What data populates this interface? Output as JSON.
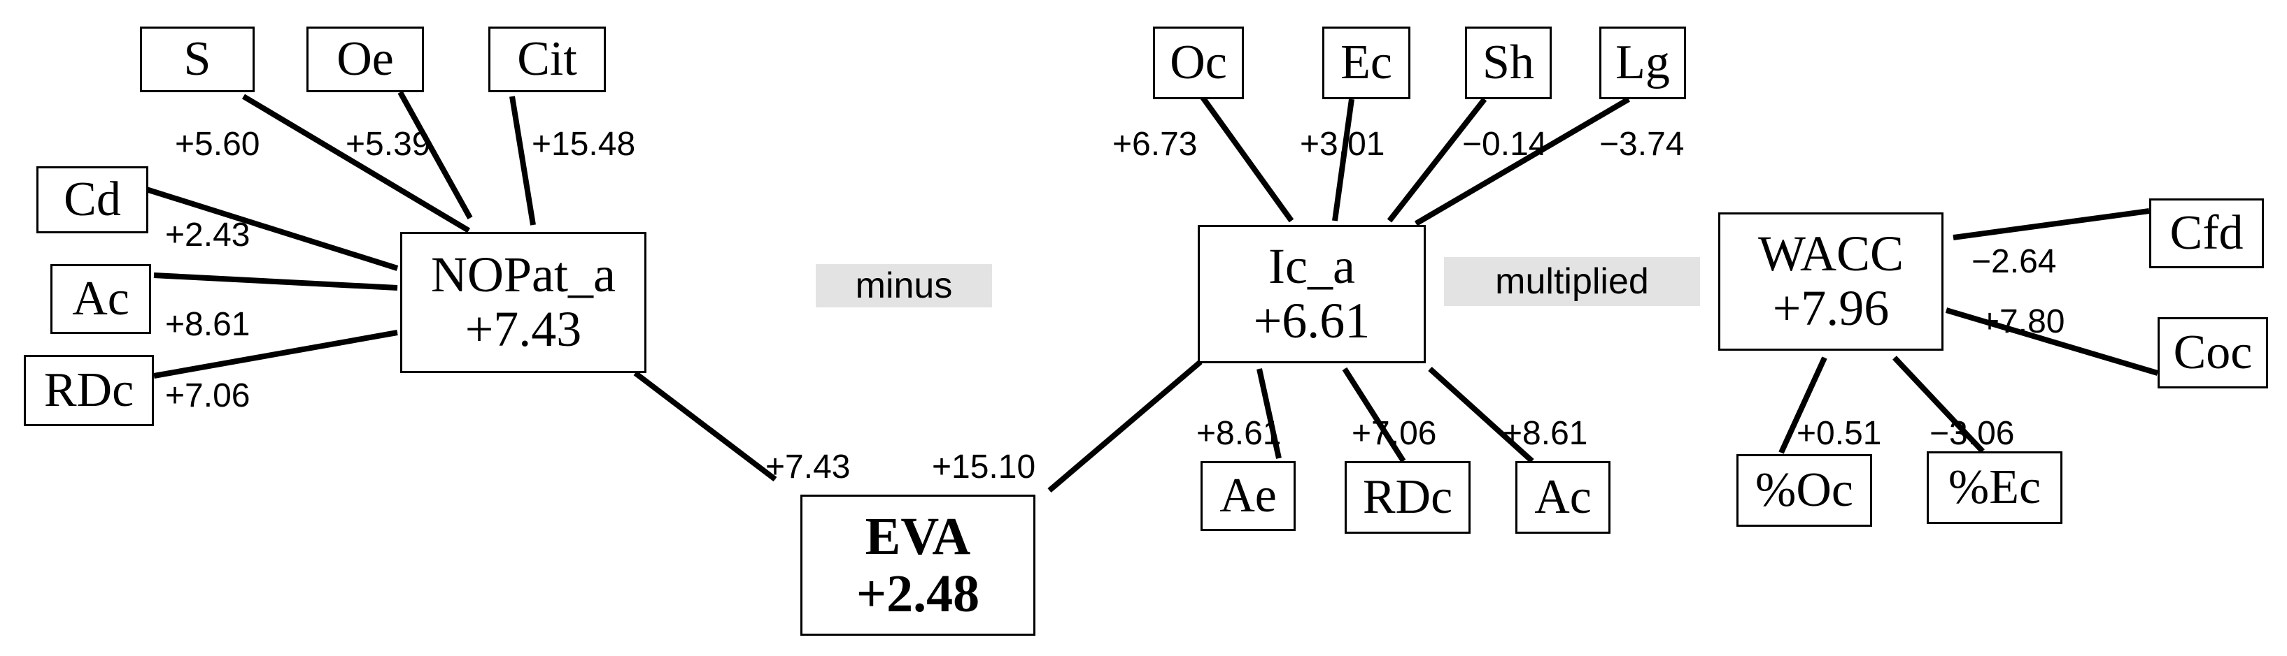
{
  "nodes": {
    "S": {
      "name": "S"
    },
    "Oe": {
      "name": "Oe"
    },
    "Cit": {
      "name": "Cit"
    },
    "Cd": {
      "name": "Cd"
    },
    "Ac_left": {
      "name": "Ac"
    },
    "RDc_left": {
      "name": "RDc"
    },
    "NOPat_a": {
      "name": "NOPat_a",
      "value": "+7.43"
    },
    "EVA": {
      "name": "EVA",
      "value": "+2.48"
    },
    "Ic_a": {
      "name": "Ic_a",
      "value": "+6.61"
    },
    "Oc": {
      "name": "Oc"
    },
    "Ec": {
      "name": "Ec"
    },
    "Sh": {
      "name": "Sh"
    },
    "Lg": {
      "name": "Lg"
    },
    "Ae": {
      "name": "Ae"
    },
    "RDc_mid": {
      "name": "RDc"
    },
    "Ac_mid": {
      "name": "Ac"
    },
    "WACC": {
      "name": "WACC",
      "value": "+7.96"
    },
    "Cfd": {
      "name": "Cfd"
    },
    "Coc": {
      "name": "Coc"
    },
    "pOc": {
      "name": "%Oc"
    },
    "pEc": {
      "name": "%Ec"
    }
  },
  "operators": {
    "minus": "minus",
    "multiplied": "multiplied"
  },
  "edges": [
    {
      "from": "S",
      "to": "NOPat_a",
      "weight": "+5.60"
    },
    {
      "from": "Oe",
      "to": "NOPat_a",
      "weight": "+5.39"
    },
    {
      "from": "Cit",
      "to": "NOPat_a",
      "weight": "+15.48"
    },
    {
      "from": "Cd",
      "to": "NOPat_a",
      "weight": "+2.43"
    },
    {
      "from": "Ac_left",
      "to": "NOPat_a",
      "weight": "+8.61"
    },
    {
      "from": "RDc_left",
      "to": "NOPat_a",
      "weight": "+7.06"
    },
    {
      "from": "NOPat_a",
      "to": "EVA",
      "weight": "+7.43"
    },
    {
      "from": "Ic_a",
      "to": "EVA",
      "weight": "+15.10"
    },
    {
      "from": "Oc",
      "to": "Ic_a",
      "weight": "+6.73"
    },
    {
      "from": "Ec",
      "to": "Ic_a",
      "weight": "+3.01"
    },
    {
      "from": "Sh",
      "to": "Ic_a",
      "weight": "−0.14"
    },
    {
      "from": "Lg",
      "to": "Ic_a",
      "weight": "−3.74"
    },
    {
      "from": "Ae",
      "to": "Ic_a",
      "weight": "+8.61"
    },
    {
      "from": "RDc_mid",
      "to": "Ic_a",
      "weight": "+7.06"
    },
    {
      "from": "Ac_mid",
      "to": "Ic_a",
      "weight": "+8.61"
    },
    {
      "from": "Cfd",
      "to": "WACC",
      "weight": "−2.64"
    },
    {
      "from": "Coc",
      "to": "WACC",
      "weight": "+7.80"
    },
    {
      "from": "pOc",
      "to": "WACC",
      "weight": "+0.51"
    },
    {
      "from": "pEc",
      "to": "WACC",
      "weight": "−3.06"
    }
  ]
}
